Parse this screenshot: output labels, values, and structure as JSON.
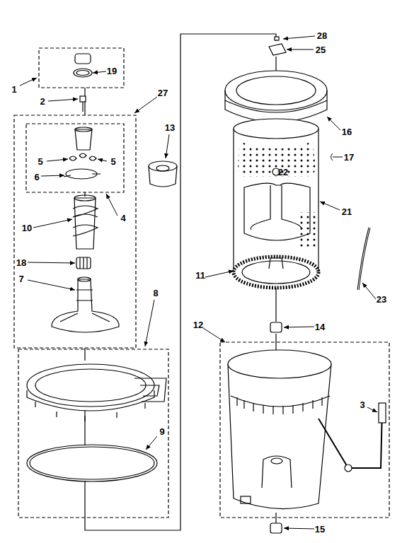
{
  "diagram": {
    "labels": [
      "28",
      "25",
      "1",
      "19",
      "2",
      "27",
      "13",
      "16",
      "17",
      "5",
      "5",
      "6",
      "22",
      "21",
      "4",
      "10",
      "18",
      "11",
      "7",
      "23",
      "8",
      "12",
      "14",
      "3",
      "9",
      "15"
    ]
  }
}
